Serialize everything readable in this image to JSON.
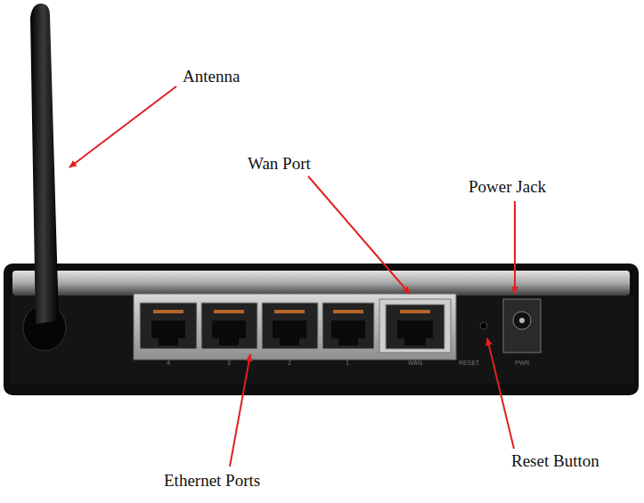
{
  "diagram": {
    "labels": [
      "Antenna",
      "Wan Port",
      "Power Jack",
      "Ethernet Ports",
      "Reset Button",
      "4",
      "3",
      "2",
      "1",
      "WAN",
      "RESET",
      "PWR"
    ]
  }
}
